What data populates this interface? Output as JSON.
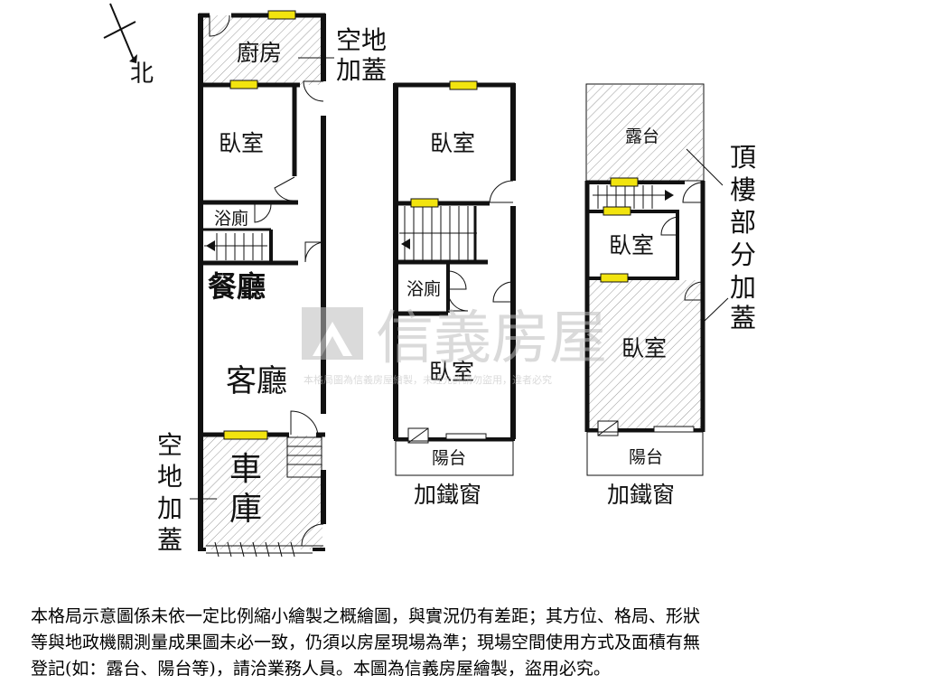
{
  "compass": {
    "label": "北"
  },
  "floor1": {
    "rooms": {
      "kitchen": "廚房",
      "bedroom": "臥室",
      "bath": "浴廁",
      "dining": "餐廳",
      "living": "客廳",
      "garage_1": "車",
      "garage_2": "庫"
    },
    "annot_top": [
      "空地",
      "加蓋"
    ],
    "annot_bottom": [
      "空",
      "地",
      "加",
      "蓋"
    ]
  },
  "floor2": {
    "rooms": {
      "bedroom_top": "臥室",
      "bath": "浴廁",
      "bedroom_bottom": "臥室",
      "balcony": "陽台"
    },
    "caption": "加鐵窗"
  },
  "floor3": {
    "rooms": {
      "terrace": "露台",
      "bedroom_small": "臥室",
      "bedroom_large": "臥室",
      "balcony": "陽台"
    },
    "annot": [
      "頂",
      "樓",
      "部",
      "分",
      "加",
      "蓋"
    ],
    "caption": "加鐵窗"
  },
  "watermark": {
    "brand": "信義房屋",
    "notice": "本格局圖為信義房屋繪製，未經允許請勿盜用，違者必究"
  },
  "disclaimer": [
    "本格局示意圖係未依一定比例縮小繪製之概繪圖，與實況仍有差距；其方位、格局、形狀",
    "等與地政機關測量成果圖未必一致，仍須以房屋現場為準；現場空間使用方式及面積有無",
    "登記(如：露台、陽台等)，請洽業務人員。本圖為信義房屋繪製，盜用必究。"
  ],
  "colors": {
    "wall": "#111111",
    "window": "#f2e40f",
    "hatch": "#9a9a9a",
    "watermark": "#bdbdbd"
  }
}
